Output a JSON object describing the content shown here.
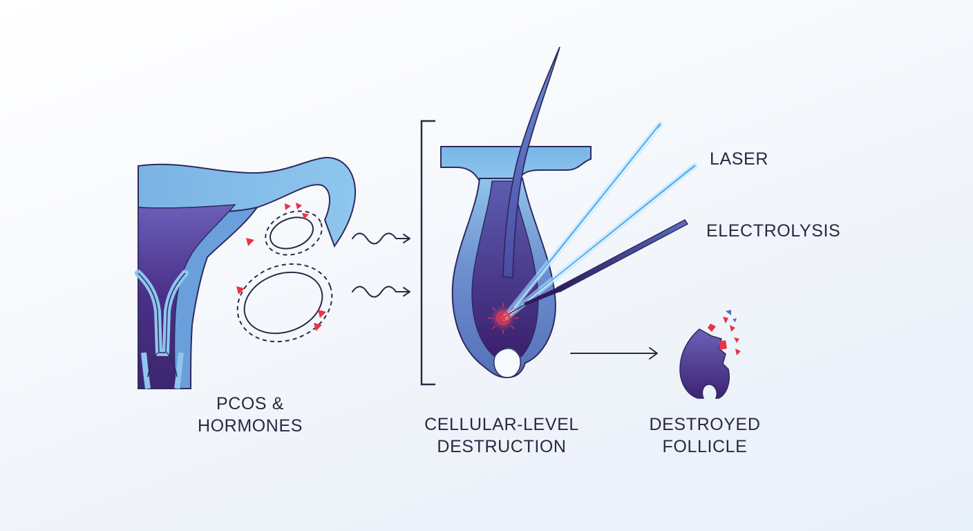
{
  "labels": {
    "pcos_line1": "PCOS &",
    "pcos_line2": "HORMONES",
    "cellular_line1": "CELLULAR-LEVEL",
    "cellular_line2": "DESTRUCTION",
    "destroyed_line1": "DESTROYED",
    "destroyed_line2": "FOLLICLE",
    "laser": "LASER",
    "electrolysis": "ELECTROLYSIS"
  },
  "colors": {
    "light_blue": "#7db9e6",
    "mid_blue": "#5a7fc8",
    "deep_purple": "#4a2a78",
    "outline": "#2a2a55",
    "accent_red": "#e8334a",
    "text": "#2a2740"
  }
}
